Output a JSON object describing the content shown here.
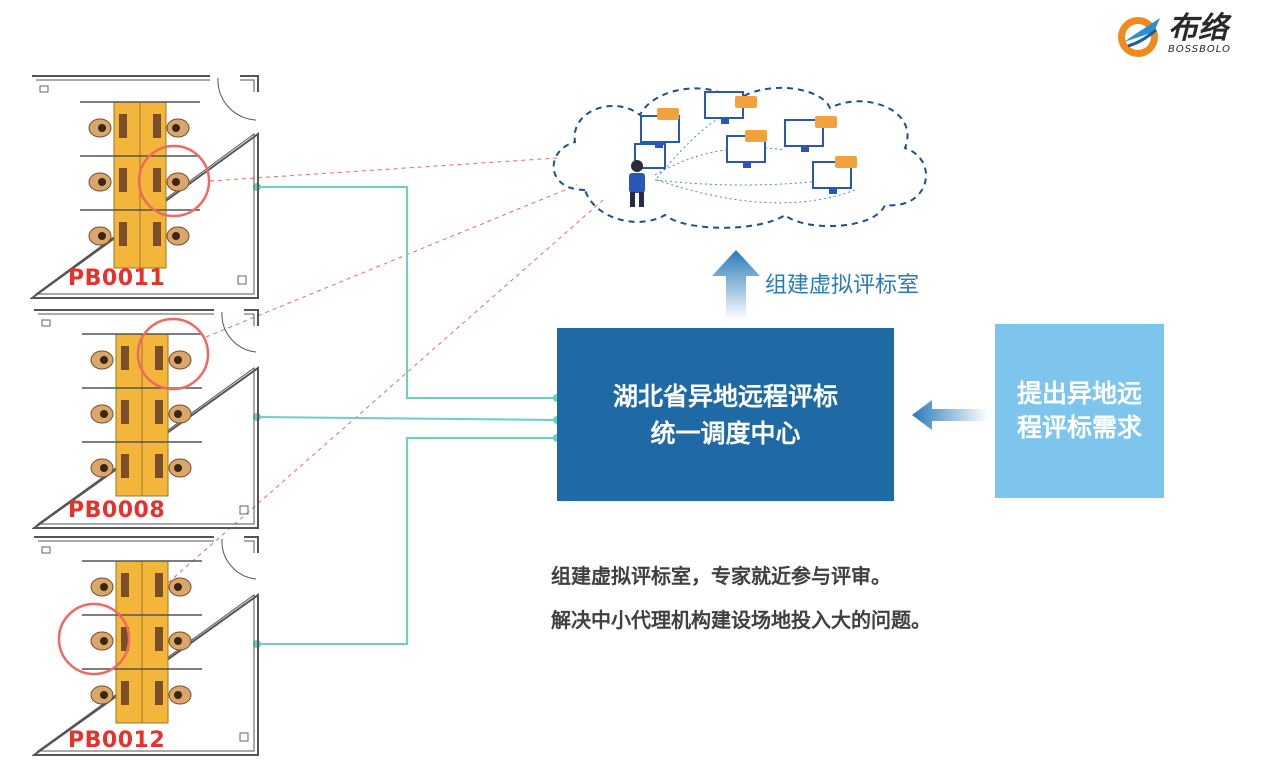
{
  "logo": {
    "name": "布络",
    "sub": "BOSSBOLO"
  },
  "rooms": [
    {
      "id": "PB0011"
    },
    {
      "id": "PB0008"
    },
    {
      "id": "PB0012"
    }
  ],
  "center_box": {
    "line1": "湖北省异地远程评标",
    "line2": "统一调度中心"
  },
  "request_box": {
    "line1": "提出异地远",
    "line2": "程评标需求"
  },
  "up_arrow_label": "组建虚拟评标室",
  "captions": [
    "组建虚拟评标室，专家就近参与评审。",
    "解决中小代理机构建设场地投入大的问题。"
  ],
  "colors": {
    "center_box": "#1f6aa5",
    "request_box": "#7dc5ec",
    "room_label": "#e8312a",
    "connector": "#6ccfc0",
    "highlight_circle": "#ee6a60",
    "desk": "#f3b53a"
  }
}
